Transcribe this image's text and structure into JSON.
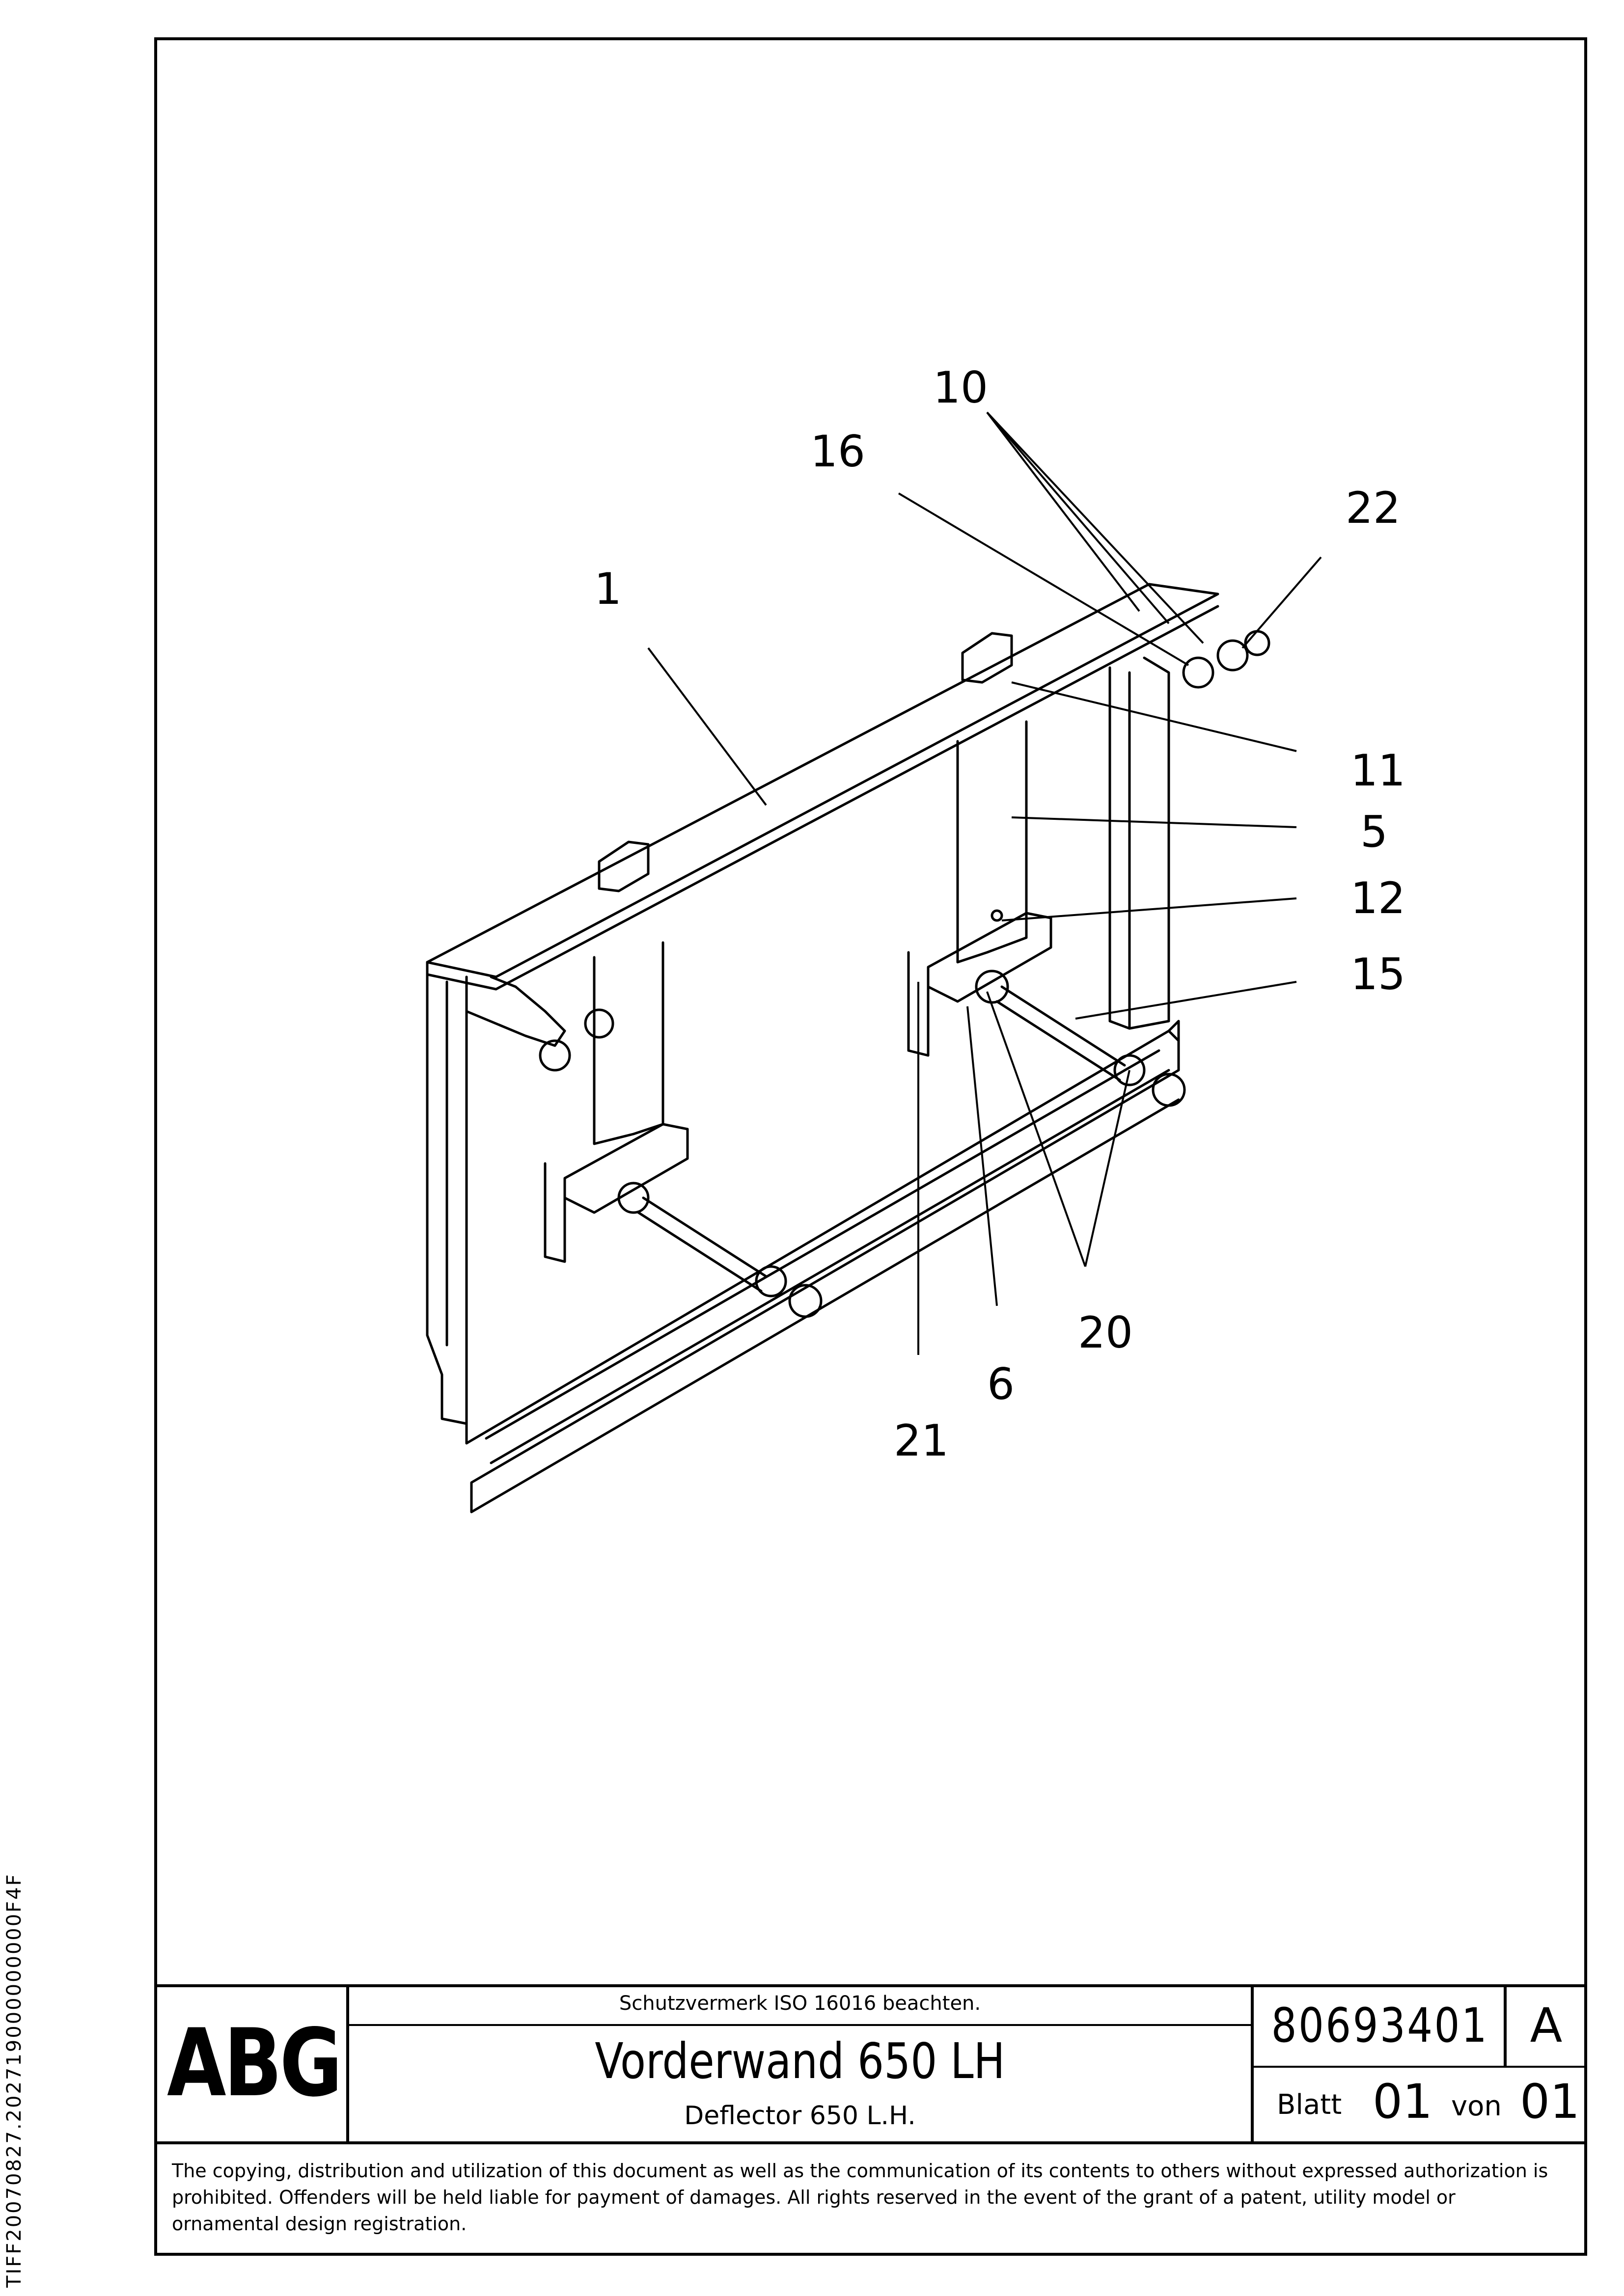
{
  "side_identifier": "TIFF20070827.202719000000000F4F",
  "callouts": [
    "10",
    "16",
    "22",
    "1",
    "11",
    "5",
    "12",
    "15",
    "20",
    "6",
    "21"
  ],
  "title_block": {
    "logo": "ABG",
    "protection_note": "Schutzvermerk ISO 16016 beachten.",
    "title_de": "Vorderwand 650 LH",
    "title_en": "Deflector 650 L.H.",
    "drawing_number": "80693401",
    "revision": "A",
    "sheet_label": "Blatt",
    "sheet_number": "01",
    "of_label": "von",
    "sheet_total": "01"
  },
  "copyright_notice": "The copying, distribution and utilization of this document as well as the communication of its contents to others without expressed authorization is prohibited. Offenders will be held liable for payment of damages. All rights reserved in the event of the grant of a patent, utility model or ornamental design registration."
}
